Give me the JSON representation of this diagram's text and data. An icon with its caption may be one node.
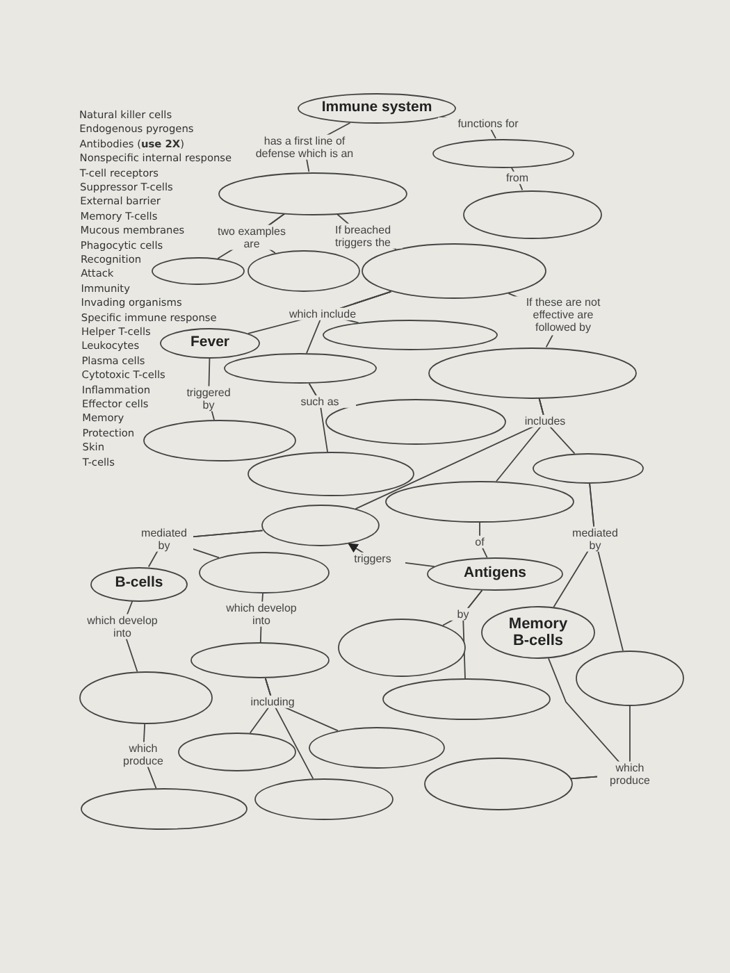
{
  "diagram": {
    "nodes": [
      {
        "text": [
          "Immune system"
        ]
      },
      {
        "text": [],
        "shape": "ellipse"
      },
      {
        "text": [],
        "shape": "ellipse"
      },
      {
        "text": [],
        "shape": "ellipse"
      },
      {
        "text": [],
        "shape": "ellipse"
      },
      {
        "text": [],
        "shape": "ellipse"
      },
      {
        "text": [],
        "shape": "ellipse"
      },
      {
        "text": [
          "Fever"
        ]
      },
      {
        "text": [],
        "shape": "ellipse"
      },
      {
        "text": [],
        "shape": "ellipse"
      },
      {
        "text": [],
        "shape": "ellipse"
      },
      {
        "text": [],
        "shape": "ellipse"
      },
      {
        "text": [],
        "shape": "ellipse"
      },
      {
        "text": [],
        "shape": "ellipse"
      },
      {
        "text": [],
        "shape": "ellipse"
      },
      {
        "text": [],
        "shape": "ellipse"
      },
      {
        "text": [],
        "shape": "ellipse"
      },
      {
        "text": [
          "B-cells"
        ]
      },
      {
        "text": [],
        "shape": "ellipse"
      },
      {
        "text": [
          "Antigens"
        ]
      },
      {
        "text": [
          "Memory B-cells"
        ]
      },
      {
        "text": [],
        "shape": "ellipse"
      },
      {
        "text": [],
        "shape": "ellipse"
      },
      {
        "text": [],
        "shape": "ellipse"
      },
      {
        "text": [],
        "shape": "ellipse"
      },
      {
        "text": [],
        "shape": "ellipse"
      },
      {
        "text": [],
        "shape": "ellipse"
      },
      {
        "text": [],
        "shape": "ellipse"
      },
      {
        "text": [],
        "shape": "ellipse"
      },
      {
        "text": [],
        "shape": "ellipse"
      },
      {
        "text": [],
        "shape": "ellipse"
      }
    ],
    "edges": [
      {
        "from": 0,
        "to": 3,
        "arrow": "none",
        "label": "has a first line of defense which is an"
      },
      {
        "from": 0,
        "to": 1,
        "arrow": "none",
        "label": "functions for"
      },
      {
        "from": 1,
        "to": 2,
        "arrow": "none",
        "label": "from"
      },
      {
        "from": 3,
        "to": 4,
        "arrow": "none",
        "label": "two examples are"
      },
      {
        "from": 3,
        "to": 5,
        "arrow": "none"
      },
      {
        "from": 3,
        "to": 6,
        "arrow": "none",
        "label": "If breached triggers the"
      },
      {
        "from": 6,
        "to": 7,
        "arrow": "none",
        "label": "which include"
      },
      {
        "from": 6,
        "to": 8,
        "arrow": "none"
      },
      {
        "from": 6,
        "to": 9,
        "arrow": "none"
      },
      {
        "from": 6,
        "to": 10,
        "arrow": "none",
        "label": "If these are not effective are followed by"
      },
      {
        "from": 7,
        "to": 11,
        "arrow": "none",
        "label": "triggered by"
      },
      {
        "from": 9,
        "to": 12,
        "arrow": "none",
        "label": "such as"
      },
      {
        "from": 9,
        "to": 13,
        "arrow": "none"
      },
      {
        "from": 10,
        "to": 14,
        "arrow": "none",
        "label": "includes"
      },
      {
        "from": 10,
        "to": 15,
        "arrow": "none"
      },
      {
        "from": 10,
        "to": 16,
        "arrow": "none"
      },
      {
        "from": 16,
        "to": 17,
        "arrow": "none",
        "label": "mediated by"
      },
      {
        "from": 16,
        "to": 18,
        "arrow": "none"
      },
      {
        "from": 19,
        "to": 16,
        "arrow": "to",
        "label": "triggers"
      },
      {
        "from": 15,
        "to": 19,
        "arrow": "none",
        "label": "of"
      },
      {
        "from": 14,
        "to": 20,
        "arrow": "none",
        "label": "mediated by"
      },
      {
        "from": 14,
        "to": 22,
        "arrow": "none"
      },
      {
        "from": 19,
        "to": 21,
        "arrow": "none",
        "label": "by"
      },
      {
        "from": 19,
        "to": 25,
        "arrow": "none"
      },
      {
        "from": 17,
        "to": 24,
        "arrow": "none",
        "label": "which develop into"
      },
      {
        "from": 18,
        "to": 23,
        "arrow": "none",
        "label": "which develop into"
      },
      {
        "from": 23,
        "to": 27,
        "arrow": "none",
        "label": "including"
      },
      {
        "from": 23,
        "to": 26,
        "arrow": "none"
      },
      {
        "from": 23,
        "to": 29,
        "arrow": "none"
      },
      {
        "from": 24,
        "to": 30,
        "arrow": "none",
        "label": "which produce"
      },
      {
        "from": 20,
        "to": 28,
        "arrow": "none",
        "label": "which produce"
      },
      {
        "from": 22,
        "to": 28,
        "arrow": "none"
      }
    ],
    "labels": [
      "Natural killer cells",
      "Endogenous pyrogens",
      "Antibodies (**use 2X**)",
      "Nonspecific internal response",
      "T-cell receptors",
      "Suppressor T-cells",
      "External barrier",
      "Memory T-cells",
      "Mucous membranes",
      "Phagocytic cells",
      "Recognition",
      "Attack",
      "Immunity",
      "Invading organisms",
      "Specific immune response",
      "Helper T-cells",
      "Leukocytes",
      "Plasma cells",
      "Cytotoxic T-cells",
      "Inflammation",
      "Effector cells",
      "Memory",
      "Protection",
      "Skin",
      "T-cells"
    ]
  }
}
